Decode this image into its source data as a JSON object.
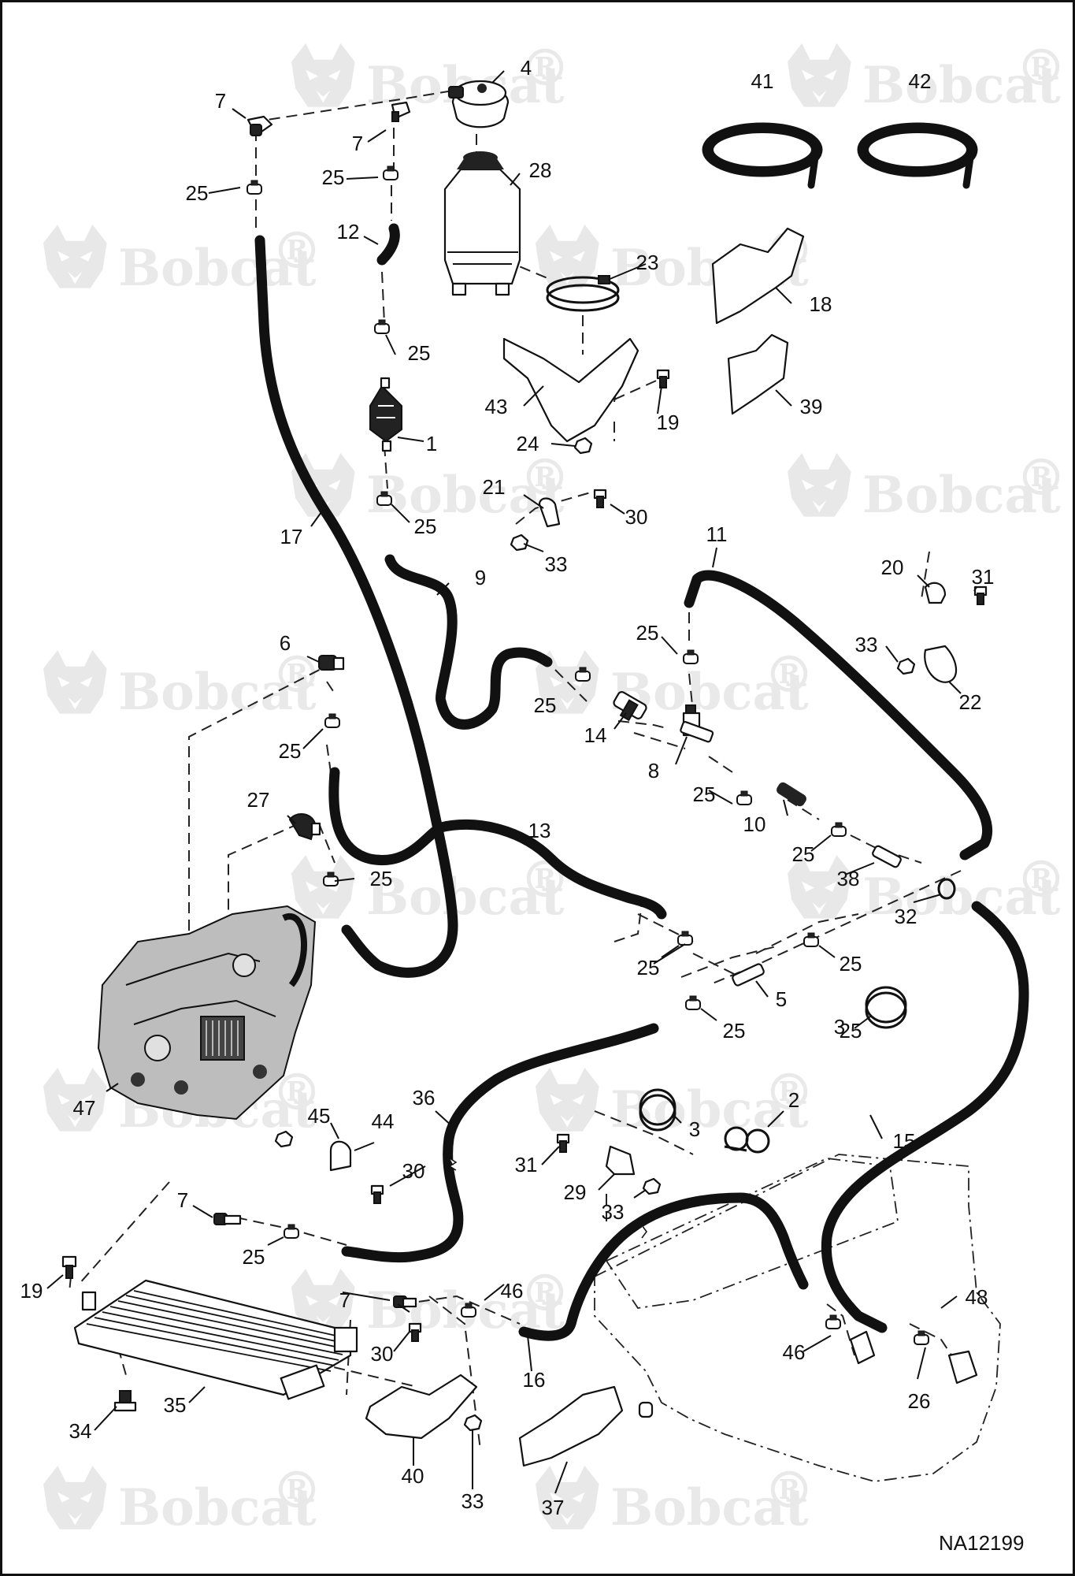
{
  "diagram_code": "NA12199",
  "watermark": {
    "text": "Bobcat",
    "mark": "®",
    "icon": "bobcat-head-logo"
  },
  "callouts": [
    {
      "id": "c1",
      "label": "1"
    },
    {
      "id": "c2",
      "label": "2"
    },
    {
      "id": "c3a",
      "label": "3"
    },
    {
      "id": "c3b",
      "label": "3"
    },
    {
      "id": "c4",
      "label": "4"
    },
    {
      "id": "c5",
      "label": "5"
    },
    {
      "id": "c6",
      "label": "6"
    },
    {
      "id": "c7a",
      "label": "7"
    },
    {
      "id": "c7b",
      "label": "7"
    },
    {
      "id": "c7c",
      "label": "7"
    },
    {
      "id": "c7d",
      "label": "7"
    },
    {
      "id": "c8",
      "label": "8"
    },
    {
      "id": "c9",
      "label": "9"
    },
    {
      "id": "c10",
      "label": "10"
    },
    {
      "id": "c11",
      "label": "11"
    },
    {
      "id": "c12",
      "label": "12"
    },
    {
      "id": "c13",
      "label": "13"
    },
    {
      "id": "c14",
      "label": "14"
    },
    {
      "id": "c15",
      "label": "15"
    },
    {
      "id": "c16",
      "label": "16"
    },
    {
      "id": "c17",
      "label": "17"
    },
    {
      "id": "c18",
      "label": "18"
    },
    {
      "id": "c19a",
      "label": "19"
    },
    {
      "id": "c19b",
      "label": "19"
    },
    {
      "id": "c20",
      "label": "20"
    },
    {
      "id": "c21",
      "label": "21"
    },
    {
      "id": "c22",
      "label": "22"
    },
    {
      "id": "c23",
      "label": "23"
    },
    {
      "id": "c24",
      "label": "24"
    },
    {
      "id": "c25a",
      "label": "25"
    },
    {
      "id": "c25b",
      "label": "25"
    },
    {
      "id": "c25c",
      "label": "25"
    },
    {
      "id": "c25d",
      "label": "25"
    },
    {
      "id": "c25e",
      "label": "25"
    },
    {
      "id": "c25f",
      "label": "25"
    },
    {
      "id": "c25g",
      "label": "25"
    },
    {
      "id": "c25h",
      "label": "25"
    },
    {
      "id": "c25i",
      "label": "25"
    },
    {
      "id": "c25j",
      "label": "25"
    },
    {
      "id": "c25k",
      "label": "25"
    },
    {
      "id": "c25l",
      "label": "25"
    },
    {
      "id": "c25m",
      "label": "25"
    },
    {
      "id": "c25n",
      "label": "25"
    },
    {
      "id": "c25o",
      "label": "25"
    },
    {
      "id": "c26",
      "label": "26"
    },
    {
      "id": "c27",
      "label": "27"
    },
    {
      "id": "c28",
      "label": "28"
    },
    {
      "id": "c29",
      "label": "29"
    },
    {
      "id": "c30a",
      "label": "30"
    },
    {
      "id": "c30b",
      "label": "30"
    },
    {
      "id": "c30c",
      "label": "30"
    },
    {
      "id": "c31a",
      "label": "31"
    },
    {
      "id": "c31b",
      "label": "31"
    },
    {
      "id": "c32",
      "label": "32"
    },
    {
      "id": "c33a",
      "label": "33"
    },
    {
      "id": "c33b",
      "label": "33"
    },
    {
      "id": "c33c",
      "label": "33"
    },
    {
      "id": "c33d",
      "label": "33"
    },
    {
      "id": "c34",
      "label": "34"
    },
    {
      "id": "c35",
      "label": "35"
    },
    {
      "id": "c36",
      "label": "36"
    },
    {
      "id": "c37",
      "label": "37"
    },
    {
      "id": "c38",
      "label": "38"
    },
    {
      "id": "c39",
      "label": "39"
    },
    {
      "id": "c40",
      "label": "40"
    },
    {
      "id": "c41",
      "label": "41"
    },
    {
      "id": "c42",
      "label": "42"
    },
    {
      "id": "c43",
      "label": "43"
    },
    {
      "id": "c44",
      "label": "44"
    },
    {
      "id": "c45",
      "label": "45"
    },
    {
      "id": "c46a",
      "label": "46"
    },
    {
      "id": "c46b",
      "label": "46"
    },
    {
      "id": "c47",
      "label": "47"
    },
    {
      "id": "c48",
      "label": "48"
    }
  ]
}
